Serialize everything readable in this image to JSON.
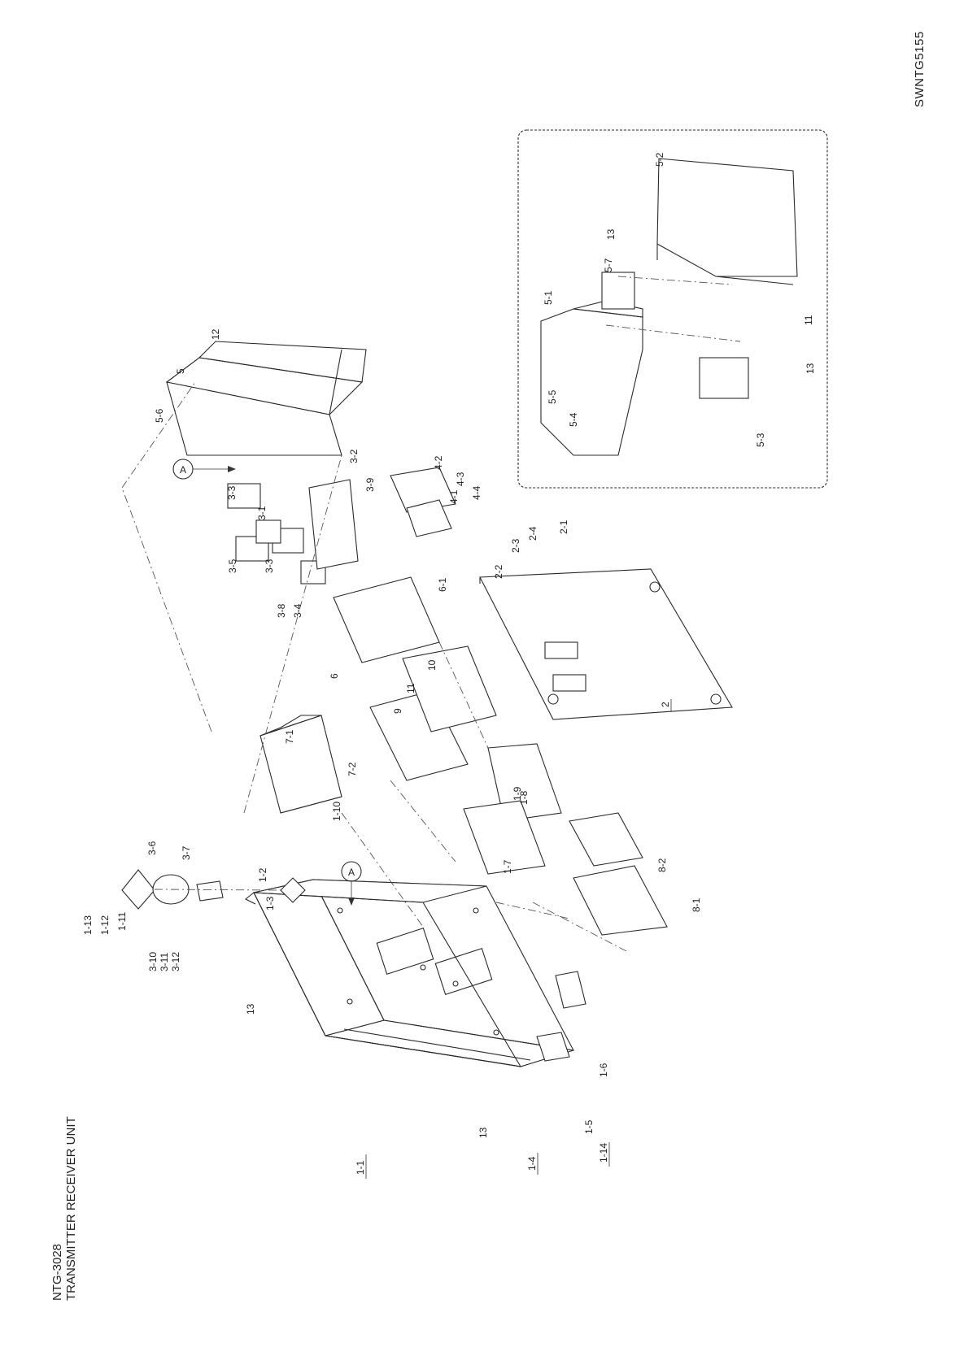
{
  "header": {
    "model": "NTG-3028",
    "unit_name": "TRANSMITTER RECEIVER UNIT",
    "drawing_number": "SWNTG5155"
  },
  "view_marker": "A",
  "part_labels": [
    {
      "id": "p-1-1",
      "text": "1-1"
    },
    {
      "id": "p-1-2",
      "text": "1-2"
    },
    {
      "id": "p-1-3",
      "text": "1-3"
    },
    {
      "id": "p-1-4",
      "text": "1-4"
    },
    {
      "id": "p-1-5",
      "text": "1-5"
    },
    {
      "id": "p-1-6",
      "text": "1-6"
    },
    {
      "id": "p-1-7",
      "text": "1-7"
    },
    {
      "id": "p-1-8",
      "text": "1-8"
    },
    {
      "id": "p-1-9",
      "text": "1-9"
    },
    {
      "id": "p-1-10",
      "text": "1-10"
    },
    {
      "id": "p-1-11",
      "text": "1-11"
    },
    {
      "id": "p-1-12",
      "text": "1-12"
    },
    {
      "id": "p-1-13",
      "text": "1-13"
    },
    {
      "id": "p-1-14",
      "text": "1-14"
    },
    {
      "id": "p-2",
      "text": "2"
    },
    {
      "id": "p-2-1",
      "text": "2-1"
    },
    {
      "id": "p-2-2",
      "text": "2-2"
    },
    {
      "id": "p-2-3",
      "text": "2-3"
    },
    {
      "id": "p-2-4",
      "text": "2-4"
    },
    {
      "id": "p-3-1",
      "text": "3-1"
    },
    {
      "id": "p-3-2",
      "text": "3-2"
    },
    {
      "id": "p-3-3a",
      "text": "3-3"
    },
    {
      "id": "p-3-3b",
      "text": "3-3"
    },
    {
      "id": "p-3-4",
      "text": "3-4"
    },
    {
      "id": "p-3-5",
      "text": "3-5"
    },
    {
      "id": "p-3-6",
      "text": "3-6"
    },
    {
      "id": "p-3-7",
      "text": "3-7"
    },
    {
      "id": "p-3-8",
      "text": "3-8"
    },
    {
      "id": "p-3-9",
      "text": "3-9"
    },
    {
      "id": "p-3-10",
      "text": "3-10"
    },
    {
      "id": "p-3-11",
      "text": "3-11"
    },
    {
      "id": "p-3-12",
      "text": "3-12"
    },
    {
      "id": "p-4-1",
      "text": "4-1"
    },
    {
      "id": "p-4-2",
      "text": "4-2"
    },
    {
      "id": "p-4-3",
      "text": "4-3"
    },
    {
      "id": "p-4-4",
      "text": "4-4"
    },
    {
      "id": "p-5",
      "text": "5"
    },
    {
      "id": "p-5-1",
      "text": "5-1"
    },
    {
      "id": "p-5-2",
      "text": "5-2"
    },
    {
      "id": "p-5-3",
      "text": "5-3"
    },
    {
      "id": "p-5-4",
      "text": "5-4"
    },
    {
      "id": "p-5-5",
      "text": "5-5"
    },
    {
      "id": "p-5-6",
      "text": "5-6"
    },
    {
      "id": "p-5-7",
      "text": "5-7"
    },
    {
      "id": "p-6",
      "text": "6"
    },
    {
      "id": "p-6-1",
      "text": "6-1"
    },
    {
      "id": "p-7-1",
      "text": "7-1"
    },
    {
      "id": "p-7-2",
      "text": "7-2"
    },
    {
      "id": "p-8-1",
      "text": "8-1"
    },
    {
      "id": "p-8-2",
      "text": "8-2"
    },
    {
      "id": "p-9",
      "text": "9"
    },
    {
      "id": "p-10",
      "text": "10"
    },
    {
      "id": "p-11a",
      "text": "11"
    },
    {
      "id": "p-11b",
      "text": "11"
    },
    {
      "id": "p-12",
      "text": "12"
    },
    {
      "id": "p-13a",
      "text": "13"
    },
    {
      "id": "p-13b",
      "text": "13"
    },
    {
      "id": "p-13c",
      "text": "13"
    },
    {
      "id": "p-13d",
      "text": "13"
    }
  ]
}
